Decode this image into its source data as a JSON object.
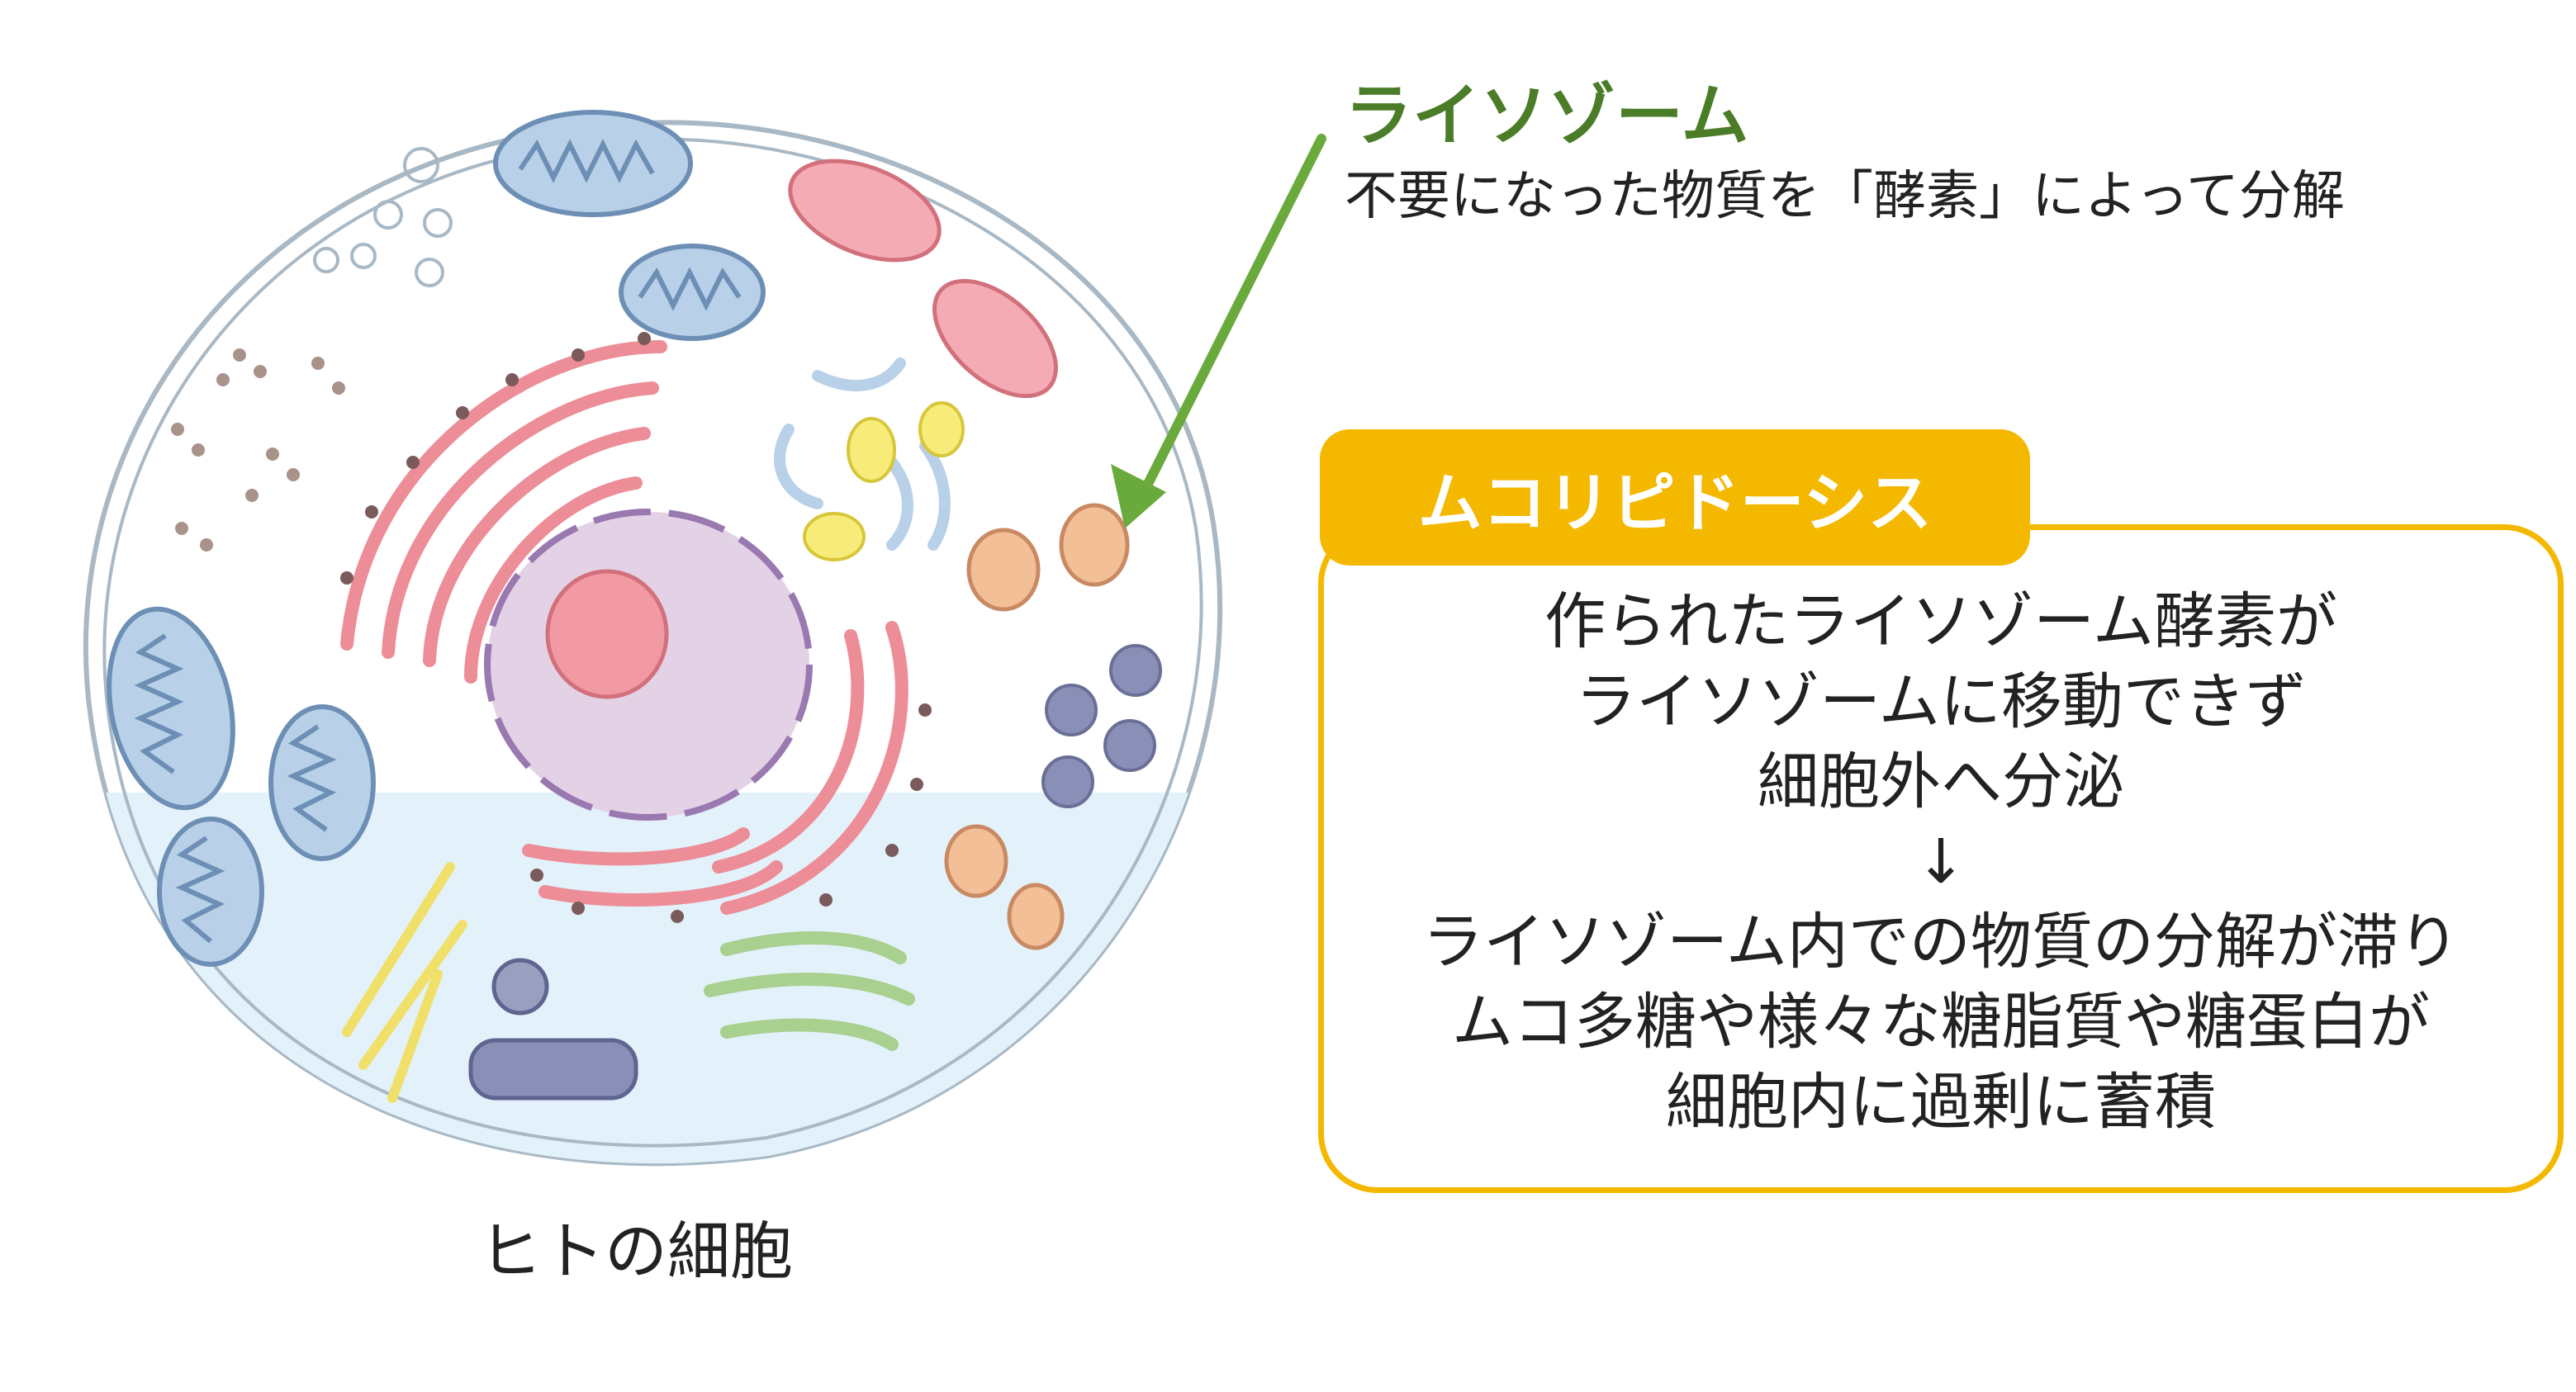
{
  "caption": "ヒトの細胞",
  "lysosome": {
    "title": "ライソゾーム",
    "description": "不要になった物質を「酵素」によって分解"
  },
  "disease": {
    "name": "ムコリピドーシス",
    "lines": [
      "作られたライソゾーム酵素が",
      "ライソゾームに移動できず",
      "細胞外へ分泌",
      "↓",
      "ライソゾーム内での物質の分解が滞り",
      "ムコ多糖や様々な糖脂質や糖蛋白が",
      "細胞内に過剰に蓄積"
    ]
  },
  "colors": {
    "lysosome_title": "#4b7d28",
    "arrow": "#6aaa3c",
    "box_accent": "#f5b800",
    "cell_membrane": "#a8b8c4",
    "cytoplasm_lower": "#e3f1fb"
  }
}
